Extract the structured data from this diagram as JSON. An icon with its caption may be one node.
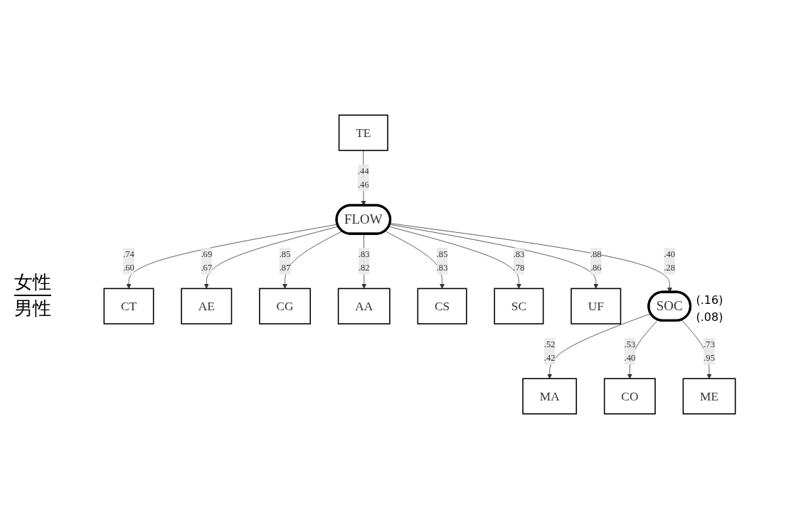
{
  "diagram": {
    "nodes": [
      {
        "text": [
          "CT"
        ]
      },
      {
        "text": [
          "AE"
        ]
      },
      {
        "text": [
          "CG"
        ]
      },
      {
        "text": [
          "AA"
        ]
      },
      {
        "text": [
          "CS"
        ]
      },
      {
        "text": [
          "SC"
        ]
      },
      {
        "text": [
          "UF"
        ]
      },
      {
        "text": [
          "TE"
        ]
      },
      {
        "text": [
          "FLOW"
        ]
      },
      {
        "text": [
          "SOC"
        ],
        "beside": [
          "(.16) (.08)"
        ]
      },
      {
        "text": [
          "MA"
        ]
      },
      {
        "text": [
          "CO"
        ]
      },
      {
        "text": [
          "ME"
        ]
      }
    ],
    "edges": [
      {
        "from": 8,
        "to": 0,
        "arrow": "to",
        "label": ".74 .60"
      },
      {
        "from": 8,
        "to": 1,
        "arrow": "to",
        "label": ".69 .67"
      },
      {
        "from": 8,
        "to": 2,
        "arrow": "to",
        "label": ".85 .87"
      },
      {
        "from": 8,
        "to": 3,
        "arrow": "to",
        "label": ".83 .82"
      },
      {
        "from": 8,
        "to": 4,
        "arrow": "to",
        "label": ".85 .83"
      },
      {
        "from": 8,
        "to": 5,
        "arrow": "to",
        "label": ".83 .78"
      },
      {
        "from": 8,
        "to": 6,
        "arrow": "to",
        "label": ".88 .86"
      },
      {
        "from": 7,
        "to": 8,
        "arrow": "to",
        "label": ".44 .46"
      },
      {
        "from": 8,
        "to": 9,
        "arrow": "to",
        "label": ".40 .28"
      },
      {
        "from": 9,
        "to": 10,
        "arrow": "to",
        "label": ".52 .42"
      },
      {
        "from": 9,
        "to": 11,
        "arrow": "to",
        "label": ".53 .40"
      },
      {
        "from": 9,
        "to": 12,
        "arrow": "to",
        "label": ".73 .95"
      }
    ],
    "labels": [
      "女性",
      "男性"
    ]
  }
}
